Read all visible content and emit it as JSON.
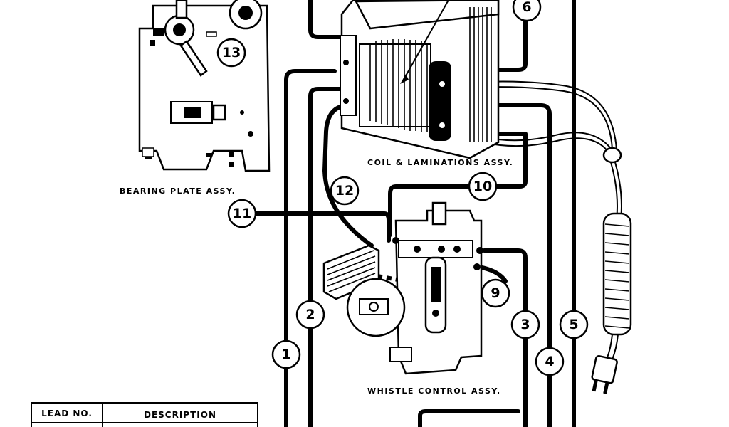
{
  "labels": {
    "coil": "COIL & LAMINATIONS ASSY.",
    "bearing": "BEARING PLATE ASSY.",
    "whistle": "WHISTLE CONTROL ASSY."
  },
  "leads": [
    "1",
    "2",
    "3",
    "4",
    "5",
    "6",
    "9",
    "10",
    "11",
    "12",
    "13"
  ],
  "table": {
    "col1": "LEAD NO.",
    "col2": "DESCRIPTION"
  }
}
